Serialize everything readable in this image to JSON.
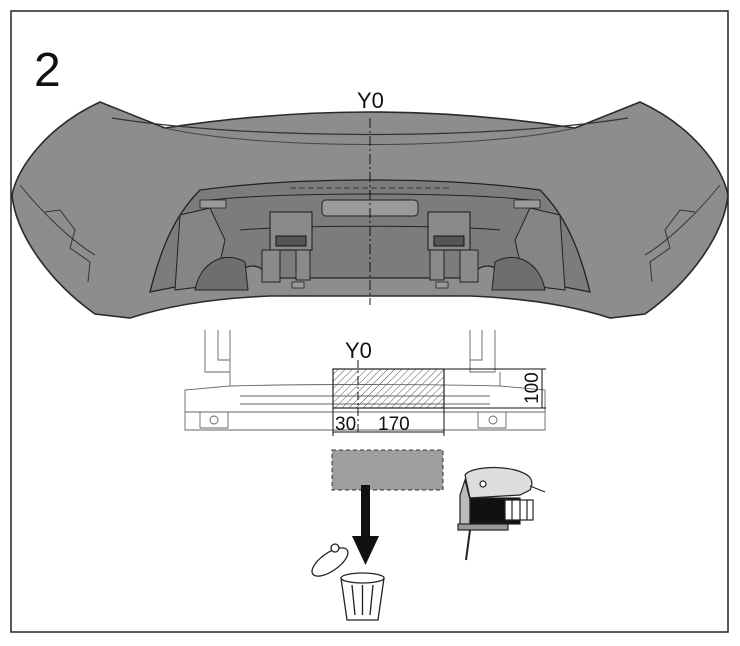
{
  "step": {
    "number": "2"
  },
  "bumper": {
    "centerline_label": "Y0"
  },
  "detail": {
    "centerline_label": "Y0",
    "dim_offset": "30",
    "dim_width": "170",
    "dim_height": "100"
  },
  "icons": {
    "cutout": "removed-panel-icon",
    "arrow": "arrow-down-icon",
    "bin": "trash-bin-icon",
    "tool": "jigsaw-icon"
  }
}
